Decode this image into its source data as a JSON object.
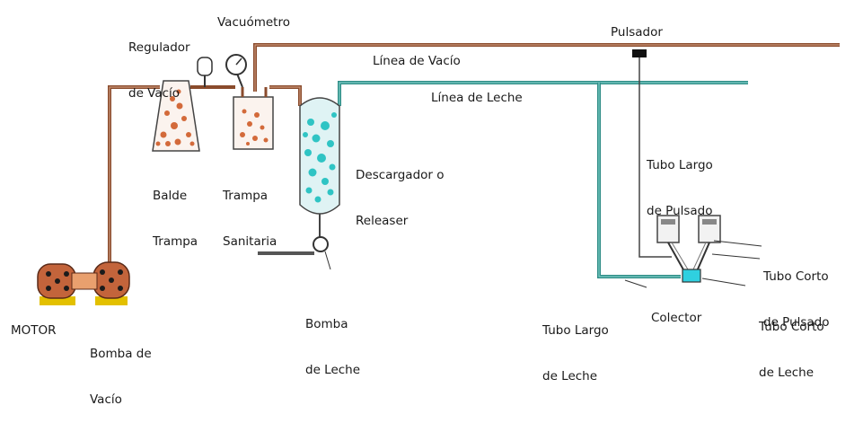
{
  "labels": {
    "regulador_vacio": [
      "Regulador",
      "de Vacío"
    ],
    "vacuometro": "Vacuómetro",
    "pulsador": "Pulsador",
    "linea_vacio": "Línea de Vacío",
    "linea_leche": "Línea de Leche",
    "descargador": [
      "Descargador o",
      "Releaser"
    ],
    "balde_trampa": [
      "Balde",
      "Trampa"
    ],
    "trampa_sanitaria": [
      "Trampa",
      "Sanitaria"
    ],
    "tubo_largo_pulsado": [
      "Tubo Largo",
      "de Pulsado"
    ],
    "tubo_corto_pulsado": [
      "Tubo Corto",
      "de Pulsado"
    ],
    "tubo_corto_leche": [
      "Tubo Corto",
      "de Leche"
    ],
    "tubo_largo_leche": [
      "Tubo Largo",
      "de Leche"
    ],
    "colector": "Colector",
    "bomba_leche": [
      "Bomba",
      "de Leche"
    ],
    "motor": "MOTOR",
    "bomba_vacio": [
      "Bomba de",
      "Vacío"
    ]
  },
  "colors": {
    "vacuum_line": "#8a4b2c",
    "vacuum_line_light": "#c9967a",
    "milk_line": "#2f8c86",
    "milk_line_light": "#7fd0c9",
    "tank_fill": "#dff3f4",
    "tank_speckle": "#2fc4c4",
    "trap_speckle": "#d36a3a",
    "collector": "#2fd0e0",
    "pipe_gray": "#555555"
  }
}
